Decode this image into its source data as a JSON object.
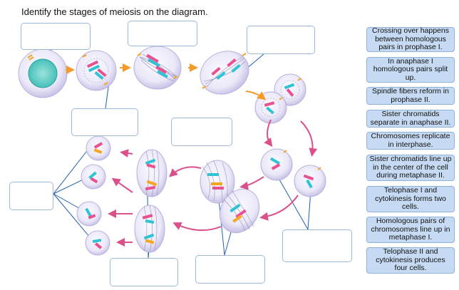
{
  "title": "Identify the stages of meiosis on the diagram.",
  "answer_chips": [
    "Crossing over happens between homologous pairs in prophase I.",
    "In anaphase I homologous pairs split up.",
    "Spindle fibers reform in prophase II.",
    "Sister chromatids separate in anaphase II.",
    "Chromosomes replicate in interphase.",
    "Sister chromatids line up in the center of the cell during metaphase II.",
    "Telophase I and cytokinesis forms two cells.",
    "Homologous pairs of chromosomes line up in metaphase I.",
    "Telophase II and cytokinesis produces four cells."
  ],
  "colors": {
    "cell_fill": "#e6e3f5",
    "cell_edge": "#b9b2de",
    "nucleus": "#64cfc9",
    "arrow_orange": "#f39a2a",
    "arrow_pink": "#d9508a",
    "chrom_pink": "#e8508f",
    "chrom_cyan": "#2fc3d6",
    "chrom_orange": "#f5a623",
    "leader_line": "#1f5fb0",
    "chip_fill": "#c6dbf3"
  }
}
